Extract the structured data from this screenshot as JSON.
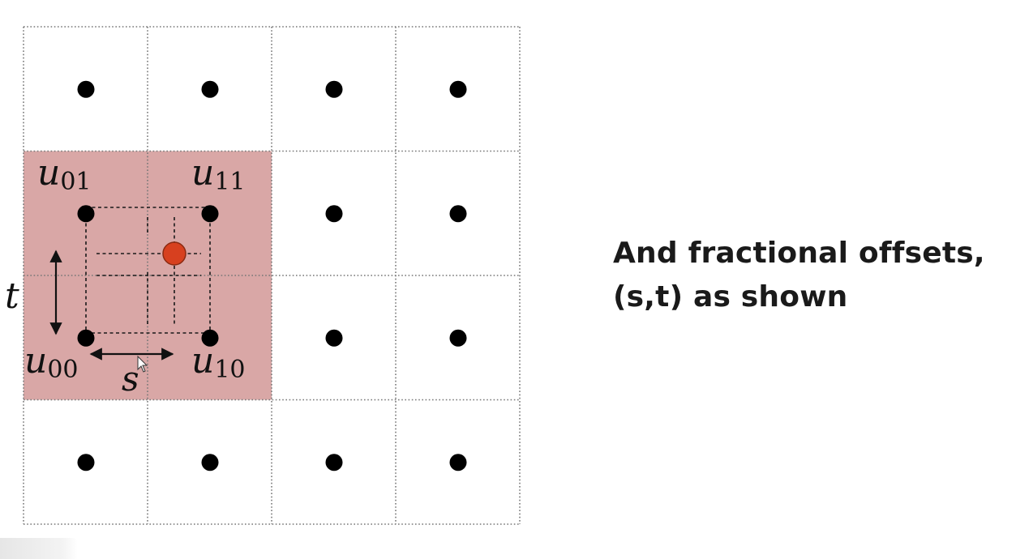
{
  "caption": {
    "line1": "And fractional offsets,",
    "line2": "(s,t) as shown"
  },
  "labels": {
    "u00": {
      "base": "u",
      "sub": "00"
    },
    "u01": {
      "base": "u",
      "sub": "01"
    },
    "u10": {
      "base": "u",
      "sub": "10"
    },
    "u11": {
      "base": "u",
      "sub": "11"
    },
    "s": "s",
    "t": "t"
  },
  "grid": {
    "rows": 4,
    "cols": 4,
    "highlight_cells": [
      [
        1,
        0
      ],
      [
        1,
        1
      ],
      [
        2,
        0
      ],
      [
        2,
        1
      ]
    ]
  },
  "colors": {
    "highlight": "#d9a7a6",
    "sample_point": "#d7401f",
    "texel": "#000000",
    "grid_line": "#777777"
  }
}
